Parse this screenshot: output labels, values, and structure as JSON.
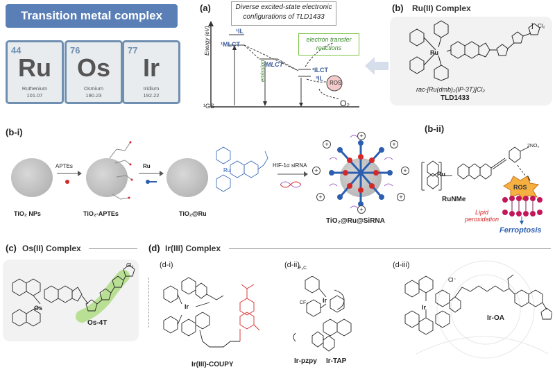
{
  "banner": {
    "title": "Transition metal complex"
  },
  "elements": [
    {
      "number": "44",
      "symbol": "Ru",
      "name": "Ruthenium",
      "mass": "101.07"
    },
    {
      "number": "76",
      "symbol": "Os",
      "name": "Osmium",
      "mass": "190.23"
    },
    {
      "number": "77",
      "symbol": "Ir",
      "name": "Iridium",
      "mass": "192.22"
    }
  ],
  "panel_a": {
    "label": "(a)",
    "title_line1": "Diverse excited-state electronic",
    "title_line2": "configurations of TLD1433",
    "yaxis": "Energy (eV)",
    "states": {
      "il1": "¹IL",
      "mlct1": "¹MLCT",
      "mlct3": "³MLCT",
      "ilct3": "³ILCT",
      "il3": "³IL",
      "gs": "¹GS"
    },
    "et_label_line1": "electron transfer",
    "et_label_line2": "reactions",
    "emission": "emission",
    "ros": "ROS",
    "o2": "O₂"
  },
  "panel_b": {
    "label": "(b)",
    "title": "Ru(II) Complex",
    "counterion": "Cl₂",
    "metal": "Ru",
    "formula": "rac-[Ru(dmb)₂(IP-3T)]Cl₂",
    "name": "TLD1433"
  },
  "panel_bi": {
    "label": "(b-i)",
    "steps": [
      {
        "caption": "TiO₂ NPs"
      },
      {
        "arrow": "APTEs",
        "caption": "TiO₂-APTEs"
      },
      {
        "arrow": "Ru",
        "caption": "TiO₂@Ru"
      },
      {
        "arrow": "HIF-1α siRNA",
        "caption": "TiO₂@Ru@SiRNA"
      }
    ]
  },
  "panel_bii": {
    "label": "(b-ii)",
    "counterion": "2NO₃",
    "name": "RuNMe",
    "ros": "ROS",
    "lipid_line1": "Lipid",
    "lipid_line2": "peroxidation",
    "outcome": "Ferroptosis"
  },
  "panel_c": {
    "label": "(c)",
    "title": "Os(II) Complex",
    "counterion": "Cl₂",
    "metal": "Os",
    "name": "Os-4T"
  },
  "panel_d": {
    "label": "(d)",
    "title": "Ir(III) Complex",
    "di": {
      "label": "(d-i)",
      "name": "Ir(III)-COUPY",
      "metal": "Ir"
    },
    "dii": {
      "label": "(d-ii)",
      "names": [
        "Ir-pzpy",
        "Ir-TAP"
      ],
      "metal": "Ir",
      "cf3": "CF₃",
      "f3c": "F₃C"
    },
    "diii": {
      "label": "(d-iii)",
      "name": "Ir-OA",
      "metal": "Ir",
      "chloride": "Cl⁻"
    }
  },
  "colors": {
    "accent_blue": "#5a7fb6",
    "tile_border": "#6f8fb0",
    "red": "#d62828",
    "green_glow": "#7cc242",
    "ferroptosis": "#2d5fb0"
  }
}
